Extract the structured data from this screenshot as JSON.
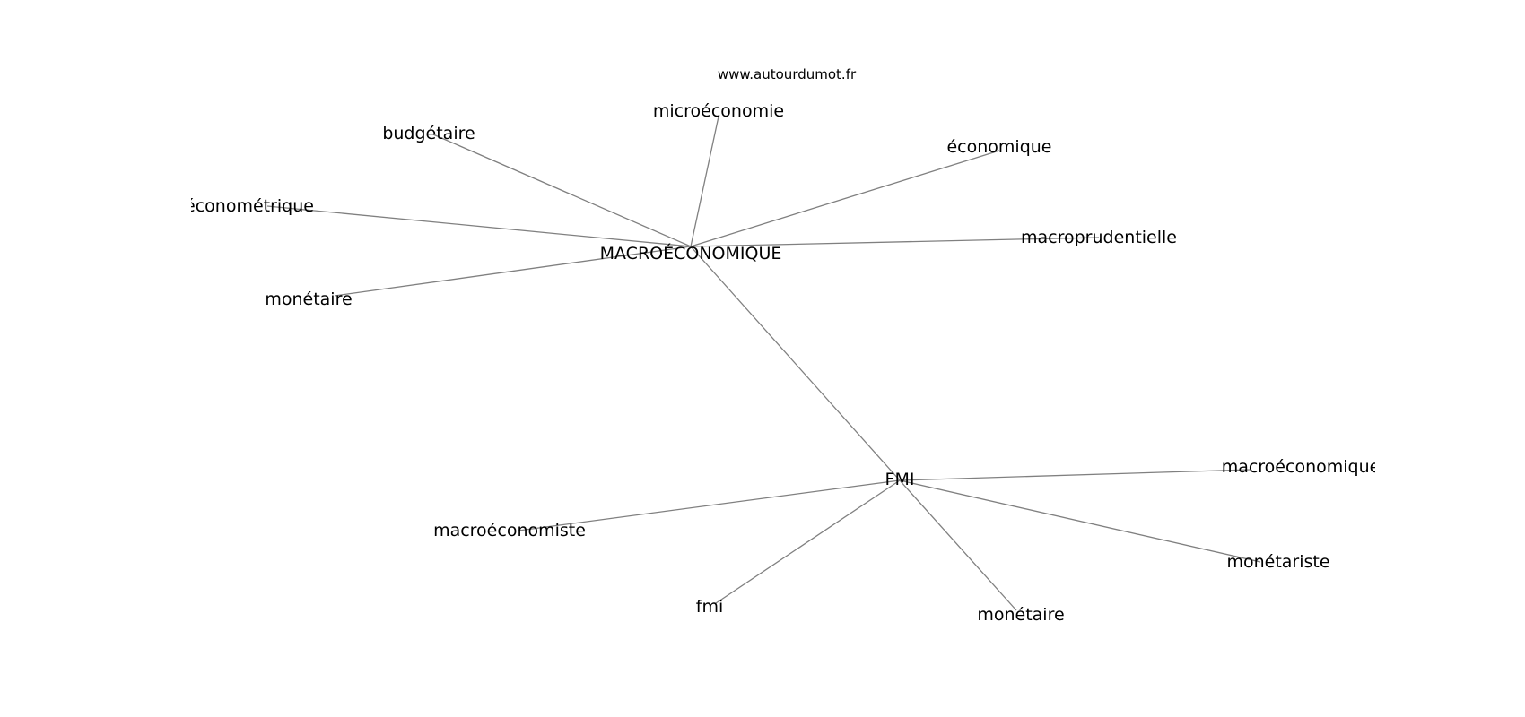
{
  "watermark": "www.autourdumot.fr",
  "nodes": [
    {
      "id": "macro",
      "label": "MACROÉCONOMIQUE"
    },
    {
      "id": "micro",
      "label": "microéconomie"
    },
    {
      "id": "budg",
      "label": "budgétaire"
    },
    {
      "id": "econ",
      "label": "économique"
    },
    {
      "id": "econom",
      "label": "économétrique"
    },
    {
      "id": "macropru",
      "label": "macroprudentielle"
    },
    {
      "id": "mone1",
      "label": "monétaire"
    },
    {
      "id": "fmi_up",
      "label": "FMI"
    },
    {
      "id": "macroecon_r",
      "label": "macroéconomique"
    },
    {
      "id": "macroeconomiste",
      "label": "macroéconomiste"
    },
    {
      "id": "monetariste",
      "label": "monétariste"
    },
    {
      "id": "fmi",
      "label": "fmi"
    },
    {
      "id": "mone2",
      "label": "monétaire"
    }
  ],
  "edges": [
    [
      "macro",
      "micro"
    ],
    [
      "macro",
      "budg"
    ],
    [
      "macro",
      "econ"
    ],
    [
      "macro",
      "econom"
    ],
    [
      "macro",
      "macropru"
    ],
    [
      "macro",
      "mone1"
    ],
    [
      "macro",
      "fmi_up"
    ],
    [
      "fmi_up",
      "macroecon_r"
    ],
    [
      "fmi_up",
      "macroeconomiste"
    ],
    [
      "fmi_up",
      "monetariste"
    ],
    [
      "fmi_up",
      "fmi"
    ],
    [
      "fmi_up",
      "mone2"
    ]
  ]
}
